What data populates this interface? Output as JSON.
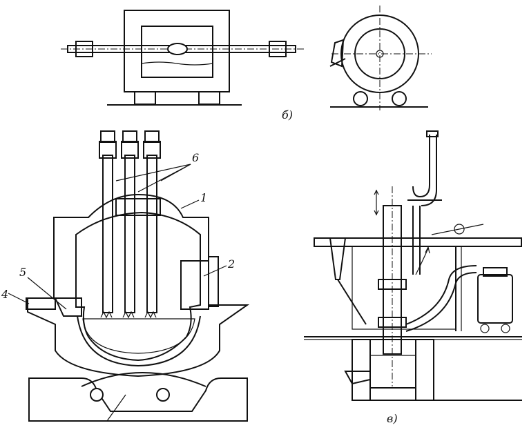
{
  "labels": {
    "view_b": "б)",
    "view_v": "в)",
    "n1": "1",
    "n2": "2",
    "n4": "4",
    "n5": "5",
    "n6": "6"
  },
  "colors": {
    "ink": "#111111",
    "paper": "#ffffff"
  }
}
